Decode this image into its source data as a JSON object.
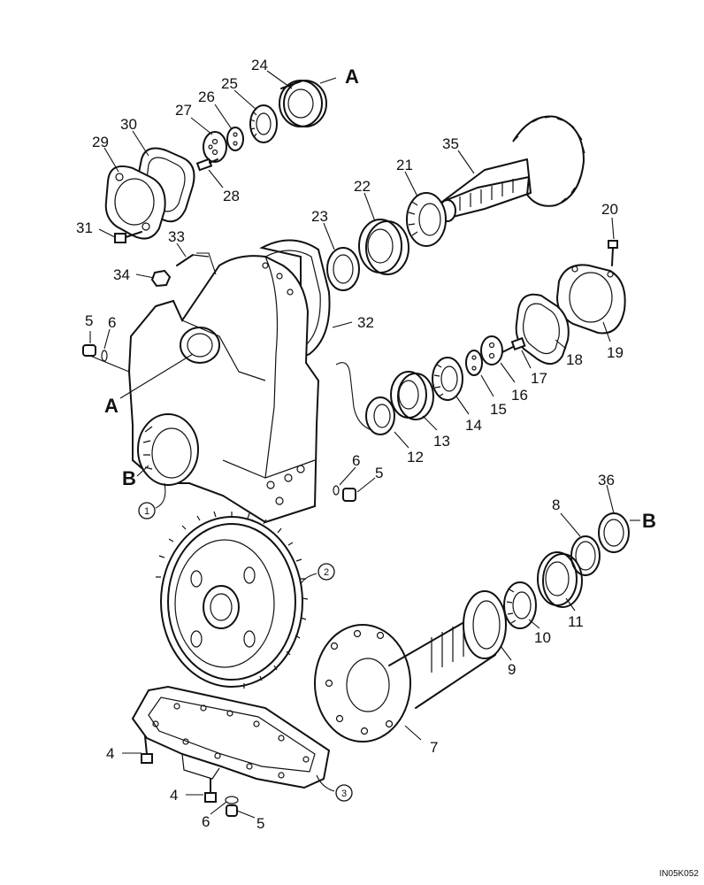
{
  "callouts": {
    "n24": "24",
    "n25": "25",
    "n26": "26",
    "n27": "27",
    "n28": "28",
    "n29": "29",
    "n30": "30",
    "n31": "31",
    "n33": "33",
    "n34": "34",
    "n35": "35",
    "n21": "21",
    "n22": "22",
    "n23": "23",
    "n20": "20",
    "n19": "19",
    "n18": "18",
    "n17": "17",
    "n16": "16",
    "n15": "15",
    "n14": "14",
    "n13": "13",
    "n12": "12",
    "n32": "32",
    "n5a": "5",
    "n6a": "6",
    "n5b": "5",
    "n6b": "6",
    "n36": "36",
    "n8": "8",
    "n11": "11",
    "n10": "10",
    "n9": "9",
    "n7": "7",
    "n4a": "4",
    "n4b": "4",
    "n6c": "6",
    "n5c": "5"
  },
  "circled": {
    "c1": "1",
    "c2": "2",
    "c3": "3"
  },
  "refs": {
    "a_top": "A",
    "a_side": "A",
    "b_side": "B",
    "b_right": "B"
  },
  "figure_code": "IN05K052"
}
